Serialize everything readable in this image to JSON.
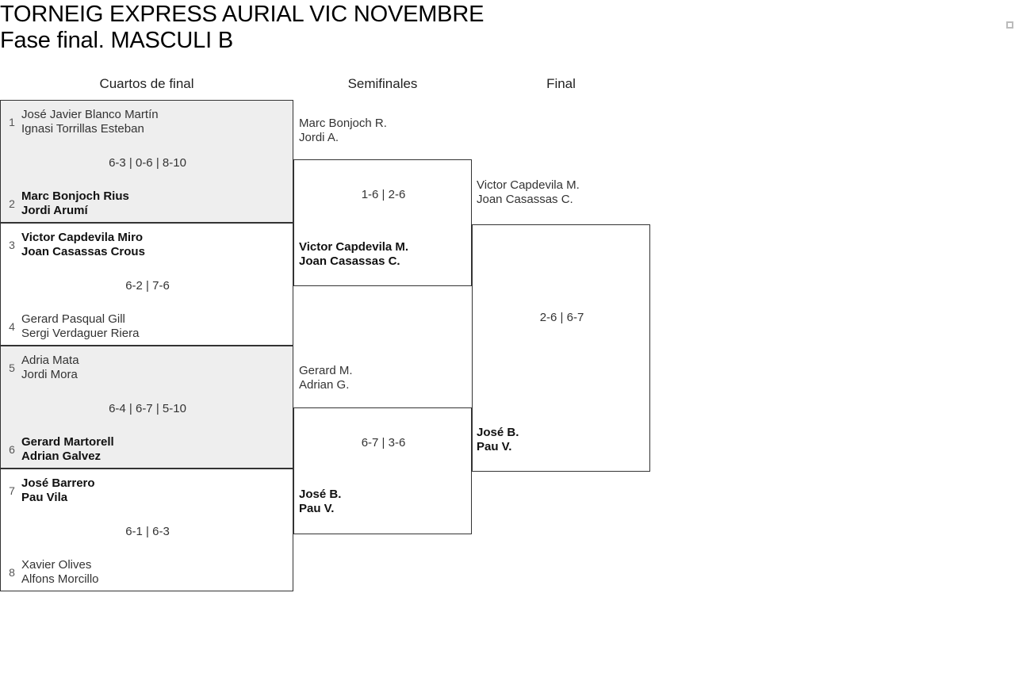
{
  "page": {
    "title_line1": "TORNEIG EXPRESS AURIAL VIC NOVEMBRE",
    "title_line2": "Fase final. MASCULI B"
  },
  "rounds": {
    "quarterfinals_label": "Cuartos de final",
    "semifinals_label": "Semifinales",
    "final_label": "Final"
  },
  "colors": {
    "shaded_row": "#eeeeee",
    "border": "#333333",
    "text": "#333333",
    "seed_text": "#555555"
  },
  "bracket": {
    "quarterfinals": [
      {
        "shaded": true,
        "top": {
          "seed": "1",
          "player1": "José Javier Blanco Martín",
          "player2": "Ignasi Torrillas Esteban",
          "winner": false
        },
        "bottom": {
          "seed": "2",
          "player1": "Marc Bonjoch Rius",
          "player2": "Jordi Arumí",
          "winner": true
        },
        "score": "6-3 | 0-6 | 8-10"
      },
      {
        "shaded": false,
        "top": {
          "seed": "3",
          "player1": "Victor Capdevila Miro",
          "player2": "Joan Casassas Crous",
          "winner": true
        },
        "bottom": {
          "seed": "4",
          "player1": "Gerard Pasqual Gill",
          "player2": "Sergi Verdaguer Riera",
          "winner": false
        },
        "score": "6-2 | 7-6"
      },
      {
        "shaded": true,
        "top": {
          "seed": "5",
          "player1": "Adria Mata",
          "player2": "Jordi Mora",
          "winner": false
        },
        "bottom": {
          "seed": "6",
          "player1": "Gerard Martorell",
          "player2": "Adrian Galvez",
          "winner": true
        },
        "score": "6-4 | 6-7 | 5-10"
      },
      {
        "shaded": false,
        "top": {
          "seed": "7",
          "player1": "José Barrero",
          "player2": "Pau Vila",
          "winner": true
        },
        "bottom": {
          "seed": "8",
          "player1": "Xavier Olives",
          "player2": "Alfons Morcillo",
          "winner": false
        },
        "score": "6-1 | 6-3"
      }
    ],
    "semifinals": [
      {
        "top": {
          "player1": "Marc Bonjoch R.",
          "player2": "Jordi A.",
          "winner": false
        },
        "bottom": {
          "player1": "Victor Capdevila M.",
          "player2": "Joan Casassas C.",
          "winner": true
        },
        "score": "1-6 | 2-6"
      },
      {
        "top": {
          "player1": "Gerard M.",
          "player2": "Adrian G.",
          "winner": false
        },
        "bottom": {
          "player1": "José B.",
          "player2": "Pau V.",
          "winner": true
        },
        "score": "6-7 | 3-6"
      }
    ],
    "final": {
      "top": {
        "player1": "Victor Capdevila M.",
        "player2": "Joan Casassas C.",
        "winner": false
      },
      "bottom": {
        "player1": "José B.",
        "player2": "Pau V.",
        "winner": true
      },
      "score": "2-6 | 6-7"
    }
  }
}
